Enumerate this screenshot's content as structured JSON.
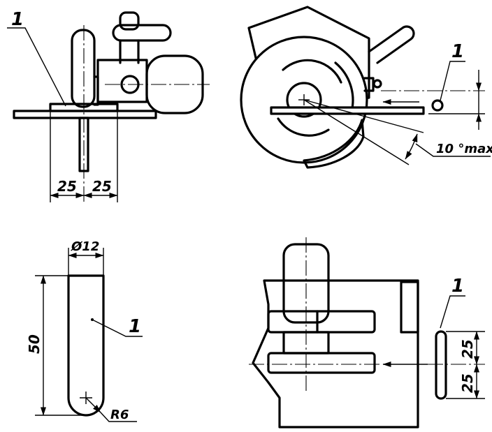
{
  "views": {
    "top_left": {
      "part_callout": "1",
      "dim_left": "25",
      "dim_right": "25"
    },
    "top_right": {
      "part_callout": "1",
      "angle_dim": "10 °max"
    },
    "bottom_left": {
      "part_callout": "1",
      "diameter": "Ø12",
      "length": "50",
      "radius": "R6"
    },
    "bottom_right": {
      "part_callout": "1",
      "dim_upper": "25",
      "dim_lower": "25"
    }
  }
}
